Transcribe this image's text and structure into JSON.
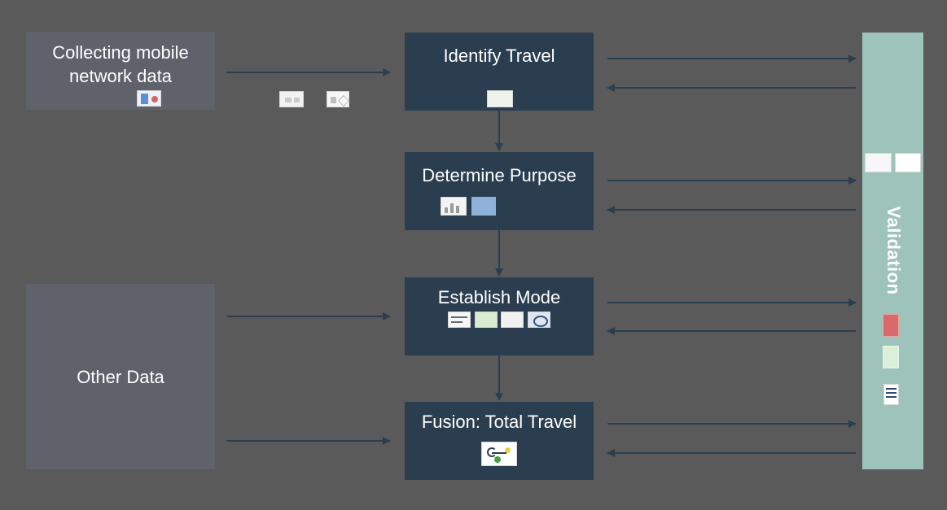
{
  "diagram": {
    "source_collecting": {
      "label": "Collecting mobile network data"
    },
    "source_other": {
      "label": "Other Data"
    },
    "steps": [
      {
        "id": "identify",
        "label": "Identify Travel"
      },
      {
        "id": "purpose",
        "label": "Determine Purpose"
      },
      {
        "id": "mode",
        "label": "Establish Mode"
      },
      {
        "id": "fusion",
        "label": "Fusion: Total Travel"
      }
    ],
    "validation": {
      "label": "Validation"
    },
    "colors": {
      "source_box": "#5f626b",
      "step_box": "#2b3e50",
      "validation_box": "#9dc3ba",
      "arrow": "#2b3e50",
      "background": "#ffffff"
    }
  }
}
